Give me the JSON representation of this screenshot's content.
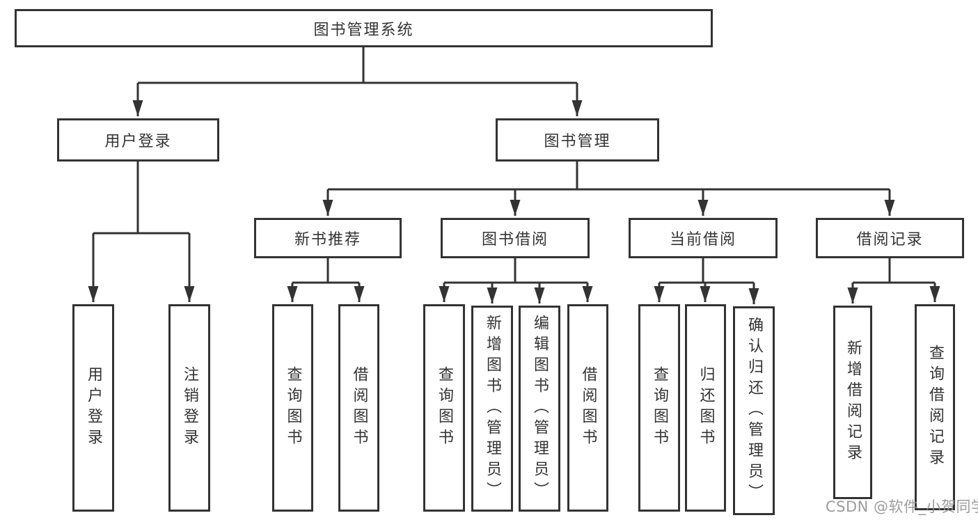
{
  "diagram": {
    "title": "图书管理系统",
    "level2": {
      "user_login": "用户登录",
      "book_mgmt": "图书管理"
    },
    "level3": {
      "new_book": "新书推荐",
      "book_borrow": "图书借阅",
      "current_borrow": "当前借阅",
      "borrow_record": "借阅记录"
    },
    "leaves": {
      "user_login": [
        "用户登录",
        "注销登录"
      ],
      "new_book": [
        "查询图书",
        "借阅图书"
      ],
      "book_borrow": [
        "查询图书",
        "新增图书（管理员）",
        "编辑图书（管理员）",
        "借阅图书"
      ],
      "current_borrow": [
        "查询图书",
        "归还图书",
        "确认归还（管理员）"
      ],
      "borrow_record": [
        "新增借阅记录",
        "查询借阅记录"
      ]
    },
    "colors": {
      "line": "#333333",
      "box_border": "#333333",
      "text": "#333333",
      "background": "#ffffff",
      "watermark": "#919191"
    },
    "watermark": "CSDN @软件_小贺同学"
  }
}
